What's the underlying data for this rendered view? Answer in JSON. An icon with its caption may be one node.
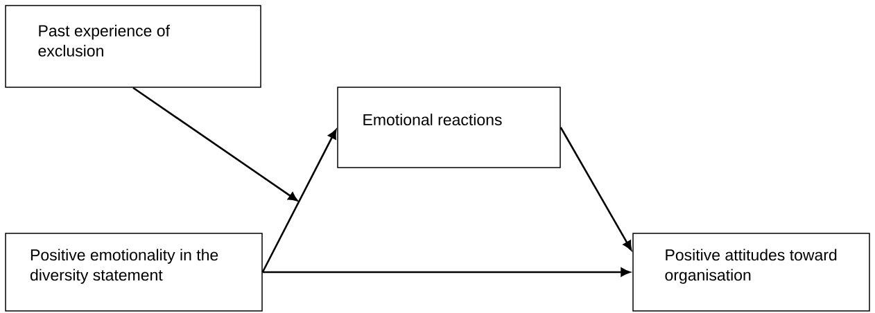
{
  "diagram": {
    "nodes": [
      {
        "text": [
          "Past experience of exclusion"
        ]
      },
      {
        "text": [
          "Emotional reactions"
        ]
      },
      {
        "text": [
          "Positive emotionality in the diversity statement"
        ]
      },
      {
        "text": [
          "Positive attitudes toward organisation"
        ]
      }
    ],
    "edges": [
      {
        "from": 0,
        "to": null,
        "arrow": "to"
      },
      {
        "from": 2,
        "to": 1,
        "arrow": "to"
      },
      {
        "from": 1,
        "to": 3,
        "arrow": "to"
      },
      {
        "from": 2,
        "to": 3,
        "arrow": "to"
      }
    ]
  }
}
